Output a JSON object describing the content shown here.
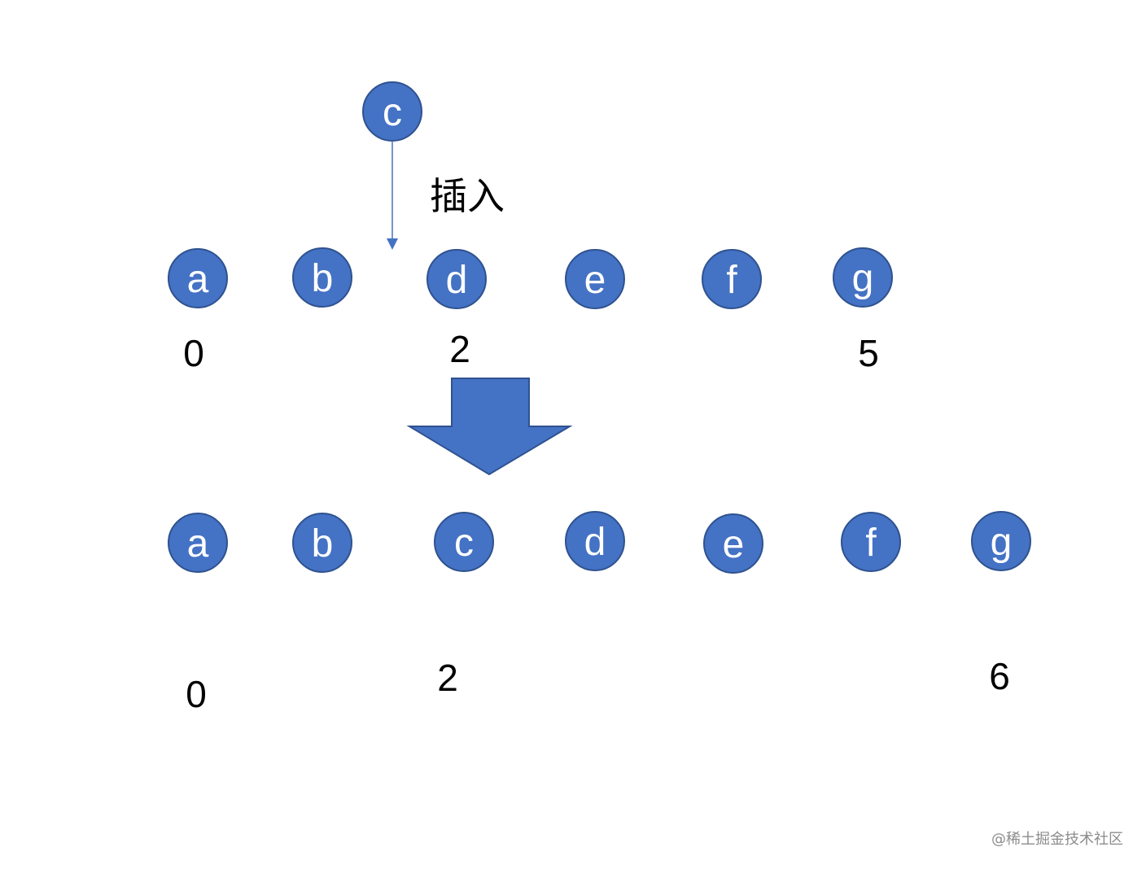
{
  "colors": {
    "node_fill": "#4472C4",
    "node_stroke": "#2F528F",
    "node_text": "#FFFFFF",
    "arrow": "#4472C4"
  },
  "top_node": {
    "label": "c"
  },
  "insert_label": "插入",
  "before": {
    "nodes": [
      "a",
      "b",
      "d",
      "e",
      "f",
      "g"
    ],
    "indices": [
      "0",
      "2",
      "5"
    ]
  },
  "after": {
    "nodes": [
      "a",
      "b",
      "c",
      "d",
      "e",
      "f",
      "g"
    ],
    "indices": [
      "0",
      "2",
      "6"
    ]
  },
  "watermark": "@稀土掘金技术社区"
}
